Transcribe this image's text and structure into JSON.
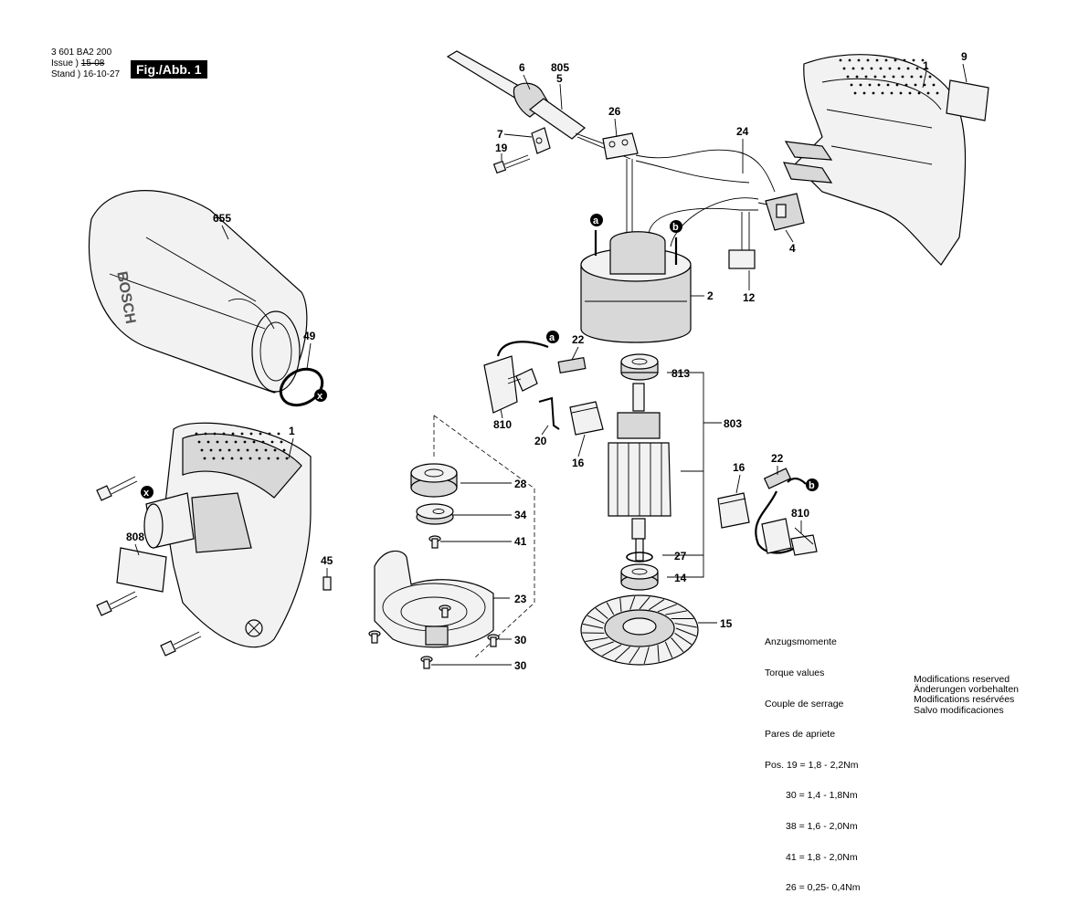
{
  "header": {
    "doc_number": "3 601 BA2 200",
    "issue_label": "Issue",
    "stand_label": "Stand",
    "issue_old_date": "15-08",
    "issue_new_date": "16-10-27",
    "figure_label": "Fig./Abb. 1"
  },
  "housing_brand": "BOSCH",
  "callouts": [
    "a",
    "b",
    "x"
  ],
  "parts": {
    "p1_top": "1",
    "p9": "9",
    "p6": "6",
    "p805": "805",
    "p5": "5",
    "p26": "26",
    "p7": "7",
    "p19": "19",
    "p24": "24",
    "p4": "4",
    "p655": "655",
    "p2": "2",
    "p12": "12",
    "p49": "49",
    "p22_left": "22",
    "p813": "813",
    "p803": "803",
    "p810_left": "810",
    "p20": "20",
    "p16_left": "16",
    "p1_bottom": "1",
    "p28": "28",
    "p34": "34",
    "p41": "41",
    "p16_right": "16",
    "p22_right": "22",
    "p810_right": "810",
    "p808": "808",
    "p45": "45",
    "p27": "27",
    "p14": "14",
    "p23": "23",
    "p15": "15",
    "p30_a": "30",
    "p30_b": "30"
  },
  "torque": {
    "title_lines": [
      "Anzugsmomente",
      "Torque values",
      "Couple de serrage",
      "Pares de apriete"
    ],
    "rows": [
      {
        "prefix": "Pos.",
        "pos": "19",
        "eq": "=",
        "min": "1,8",
        "dash": "-",
        "max": "2,2",
        "unit": "Nm"
      },
      {
        "prefix": "",
        "pos": "30",
        "eq": "=",
        "min": "1,4",
        "dash": "-",
        "max": "1,8",
        "unit": "Nm"
      },
      {
        "prefix": "",
        "pos": "38",
        "eq": "=",
        "min": "1,6",
        "dash": "-",
        "max": "2,0",
        "unit": "Nm"
      },
      {
        "prefix": "",
        "pos": "41",
        "eq": "=",
        "min": "1,8",
        "dash": "-",
        "max": "2,0",
        "unit": "Nm"
      },
      {
        "prefix": "",
        "pos": "26",
        "eq": "=",
        "min": "0,25-",
        "dash": "",
        "max": "0,4",
        "unit": "Nm"
      }
    ]
  },
  "modifications": [
    "Modifications reserved",
    "Änderungen vorbehalten",
    "Modifications resérvées",
    "Salvo modificaciones"
  ]
}
